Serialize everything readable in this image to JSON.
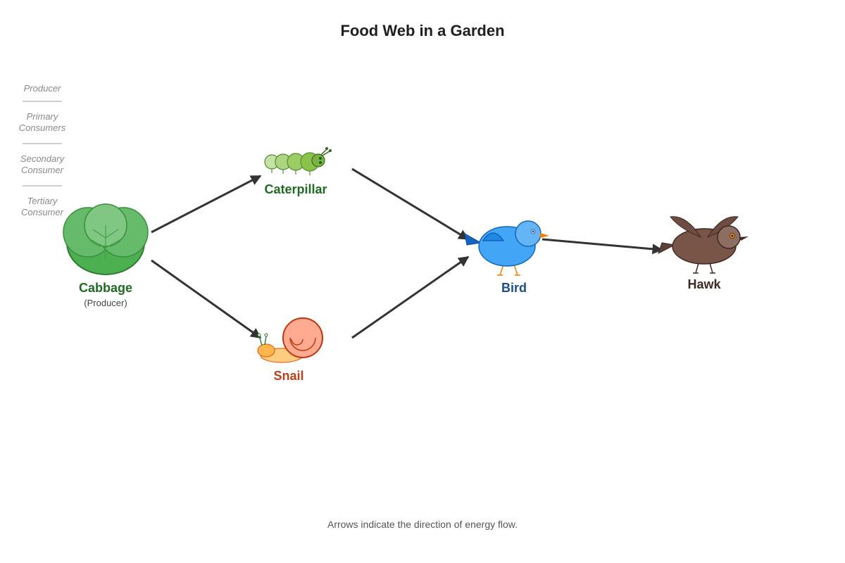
{
  "title": "Food Web in a Garden",
  "trophic_levels": [
    {
      "label": "Producer"
    },
    {
      "label_lines": [
        "Primary",
        "Consumers"
      ]
    },
    {
      "label_lines": [
        "Secondary",
        "Consumer"
      ]
    },
    {
      "label_lines": [
        "Tertiary",
        "Consumer"
      ]
    }
  ],
  "organisms": {
    "cabbage": {
      "name": "Cabbage",
      "role": "(Producer)",
      "icon": "cabbage-icon",
      "color": "#1e6b22"
    },
    "caterpillar": {
      "name": "Caterpillar",
      "icon": "caterpillar-icon",
      "color": "#1e6b22"
    },
    "snail": {
      "name": "Snail",
      "icon": "snail-icon",
      "color": "#b5421a"
    },
    "bird": {
      "name": "Bird",
      "icon": "bird-icon",
      "color": "#1a4f8c"
    },
    "hawk": {
      "name": "Hawk",
      "icon": "hawk-icon",
      "color": "#3b2a24"
    }
  },
  "energy_flows": [
    {
      "from": "Cabbage",
      "to": "Caterpillar"
    },
    {
      "from": "Cabbage",
      "to": "Snail"
    },
    {
      "from": "Caterpillar",
      "to": "Bird"
    },
    {
      "from": "Snail",
      "to": "Bird"
    },
    {
      "from": "Bird",
      "to": "Hawk"
    }
  ],
  "footnote": "Arrows indicate the direction of energy flow."
}
